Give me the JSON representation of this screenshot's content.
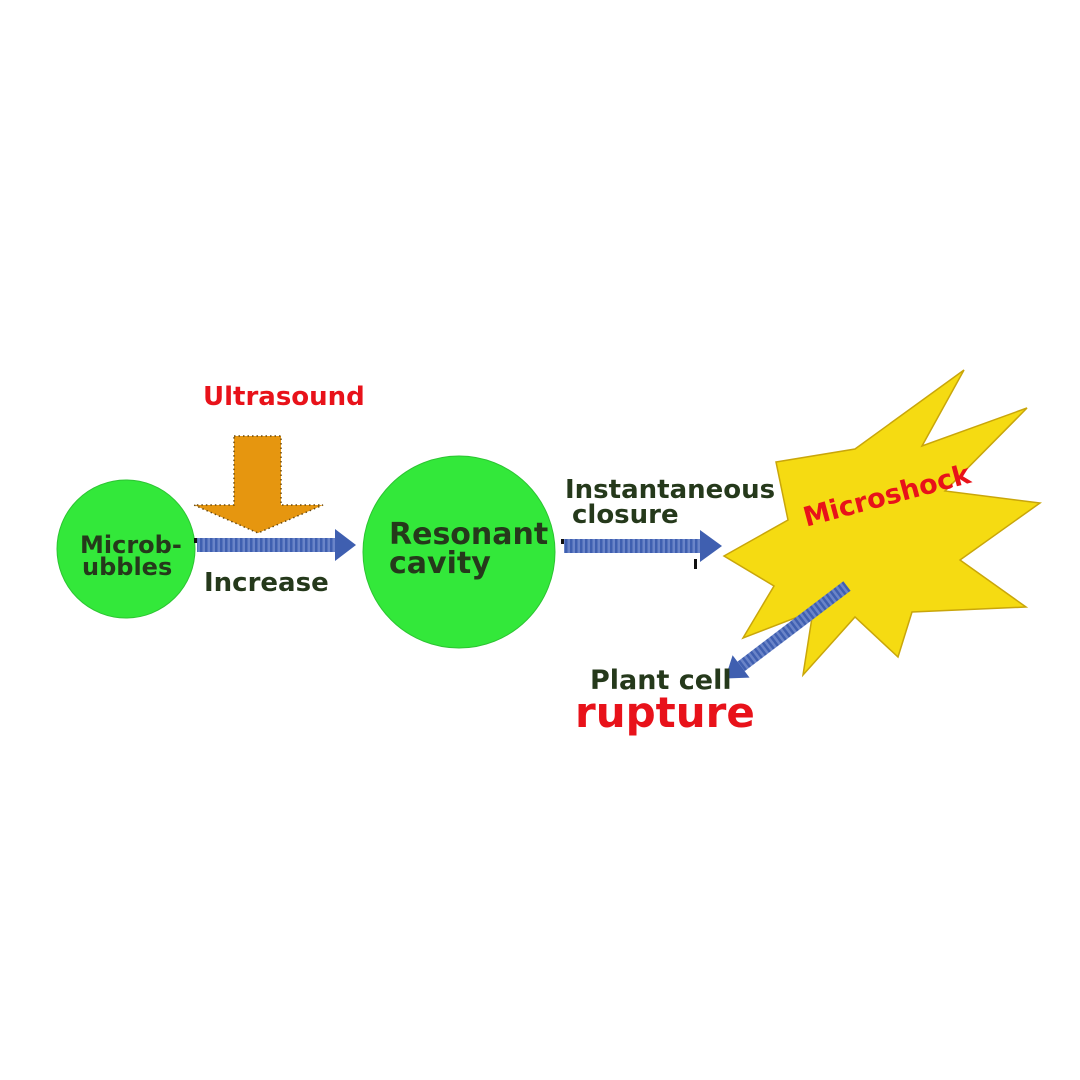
{
  "labels": {
    "ultrasound": "Ultrasound",
    "microbubbles_line1": "Microb-",
    "microbubbles_line2": "ubbles",
    "increase": "Increase",
    "resonant_line1": "Resonant",
    "resonant_line2": "cavity",
    "instantaneous": "Instantaneous",
    "closure": "closure",
    "microshock": "Microshock",
    "plant_cell": "Plant cell",
    "rupture": "rupture"
  },
  "colors": {
    "bubble": "#33e83a",
    "arrow": "#3f5fb0",
    "ultrasound_arrow": "#e6960f",
    "burst": "#f5db12",
    "text_dark": "#25391b",
    "text_red": "#e8121a"
  }
}
